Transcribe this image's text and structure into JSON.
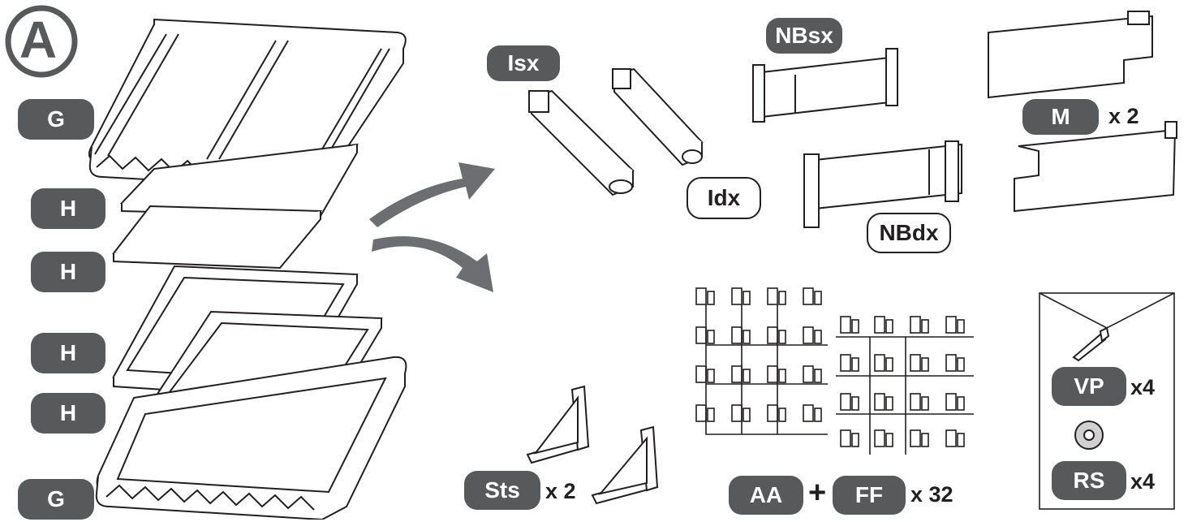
{
  "step": {
    "letter": "A"
  },
  "labels": {
    "G_top": "G",
    "H1": "H",
    "H2": "H",
    "H3": "H",
    "H4": "H",
    "G_bottom": "G",
    "Isx": "Isx",
    "Idx": "Idx",
    "NBsx": "NBsx",
    "NBdx": "NBdx",
    "M": "M",
    "Sts": "Sts",
    "AA": "AA",
    "FF": "FF",
    "VP": "VP",
    "RS": "RS"
  },
  "quantities": {
    "M": "x 2",
    "Sts": "x 2",
    "AA_FF": "x 32",
    "VP": "x4",
    "RS": "x4",
    "plus": "+"
  },
  "colors": {
    "pill": "#58595b",
    "arrow": "#6d6e71",
    "line": "#231f20"
  },
  "icons": [
    "circle-letter-icon",
    "arrow-icon",
    "screw-icon",
    "washer-icon",
    "envelope-icon"
  ]
}
